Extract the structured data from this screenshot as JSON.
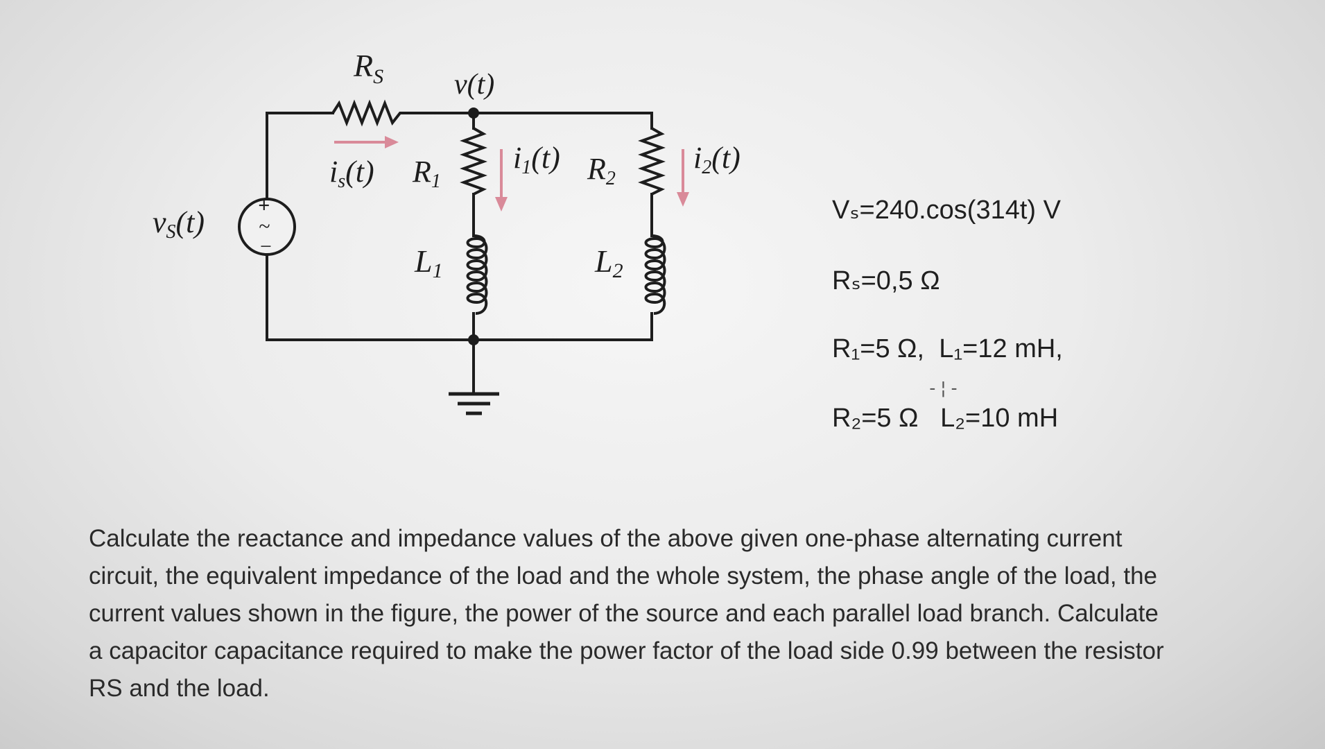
{
  "diagram": {
    "labels": {
      "rs": "R",
      "rs_sub": "S",
      "vt": "v(t)",
      "is_main": "i",
      "is_sub": "s",
      "is_tail": "(t)",
      "r1": "R",
      "r1_sub": "1",
      "i1_main": "i",
      "i1_sub": "1",
      "i1_tail": "(t)",
      "r2": "R",
      "r2_sub": "2",
      "i2_main": "i",
      "i2_sub": "2",
      "i2_tail": "(t)",
      "vs_main": "v",
      "vs_sub": "S",
      "vs_tail": "(t)",
      "l1": "L",
      "l1_sub": "1",
      "l2": "L",
      "l2_sub": "2",
      "plus": "+",
      "tilde": "~",
      "minus": "−"
    }
  },
  "givens": {
    "vs": "Vₛ=240.cos(314t) V",
    "rs": "Rₛ=0,5 Ω",
    "branch1": "R₁=5 Ω,  L₁=12 mH,",
    "branch2": "R₂=5 Ω   L₂=10 mH"
  },
  "question": {
    "lines": [
      "Calculate the reactance and impedance values of the above given one-phase alternating current",
      "circuit, the equivalent impedance of the load and the whole system, the phase angle of the load, the",
      "current values shown in the figure, the power of the source and each parallel load branch. Calculate",
      "a capacitor capacitance required to make the power factor of the load side 0.99 between the resistor",
      "RS and the load."
    ]
  },
  "cursor": "-¦-"
}
